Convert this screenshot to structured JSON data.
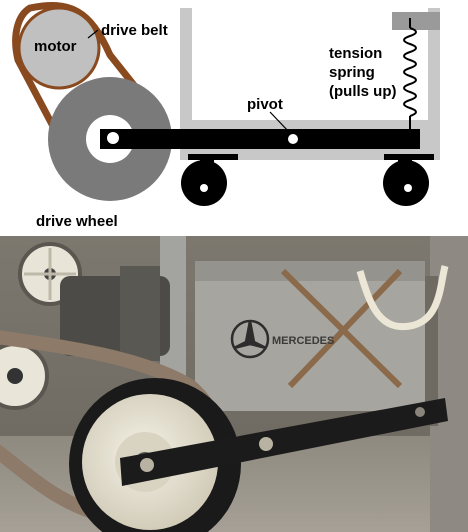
{
  "diagram": {
    "labels": {
      "motor": "motor",
      "drive_belt": "drive belt",
      "drive_wheel": "drive wheel",
      "pivot": "pivot",
      "tension_spring": "tension\nspring\n(pulls up)"
    }
  },
  "photo": {
    "brand_text": "MERCEDES"
  },
  "colors": {
    "belt": "#8a4a1f",
    "wheel": "#7a7a7a",
    "frame": "#c8c8c8",
    "motor": "#c0c0c0",
    "arm": "#000000"
  }
}
